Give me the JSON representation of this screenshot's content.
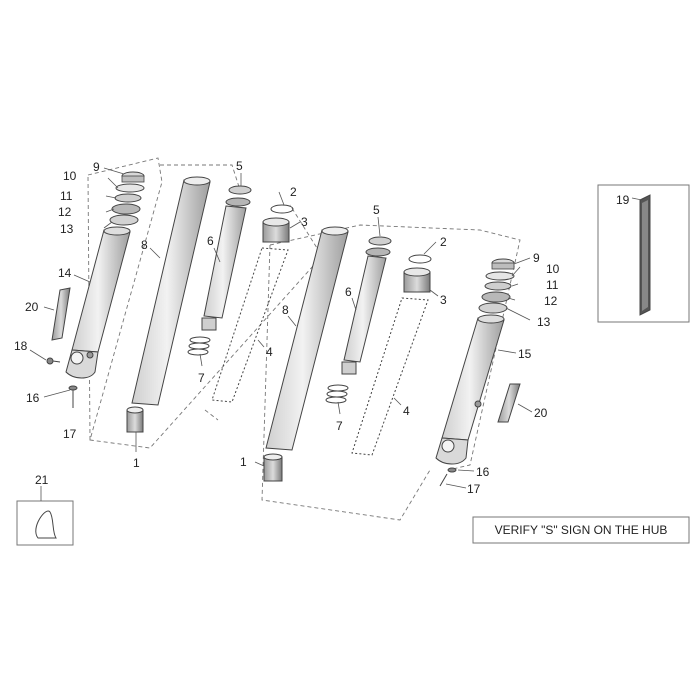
{
  "note": "VERIFY \"S\" SIGN ON THE HUB",
  "labels": {
    "l1a": "1",
    "l1b": "1",
    "l2a": "2",
    "l2b": "2",
    "l3a": "3",
    "l3b": "3",
    "l4a": "4",
    "l4b": "4",
    "l5a": "5",
    "l5b": "5",
    "l6a": "6",
    "l6b": "6",
    "l7a": "7",
    "l7b": "7",
    "l8a": "8",
    "l8b": "8",
    "l9a": "9",
    "l9b": "9",
    "l10a": "10",
    "l10b": "10",
    "l11a": "11",
    "l11b": "11",
    "l12a": "12",
    "l12b": "12",
    "l13a": "13",
    "l13b": "13",
    "l14": "14",
    "l15": "15",
    "l16a": "16",
    "l16b": "16",
    "l17a": "17",
    "l17b": "17",
    "l18": "18",
    "l19": "19",
    "l20a": "20",
    "l20b": "20",
    "l21": "21"
  }
}
